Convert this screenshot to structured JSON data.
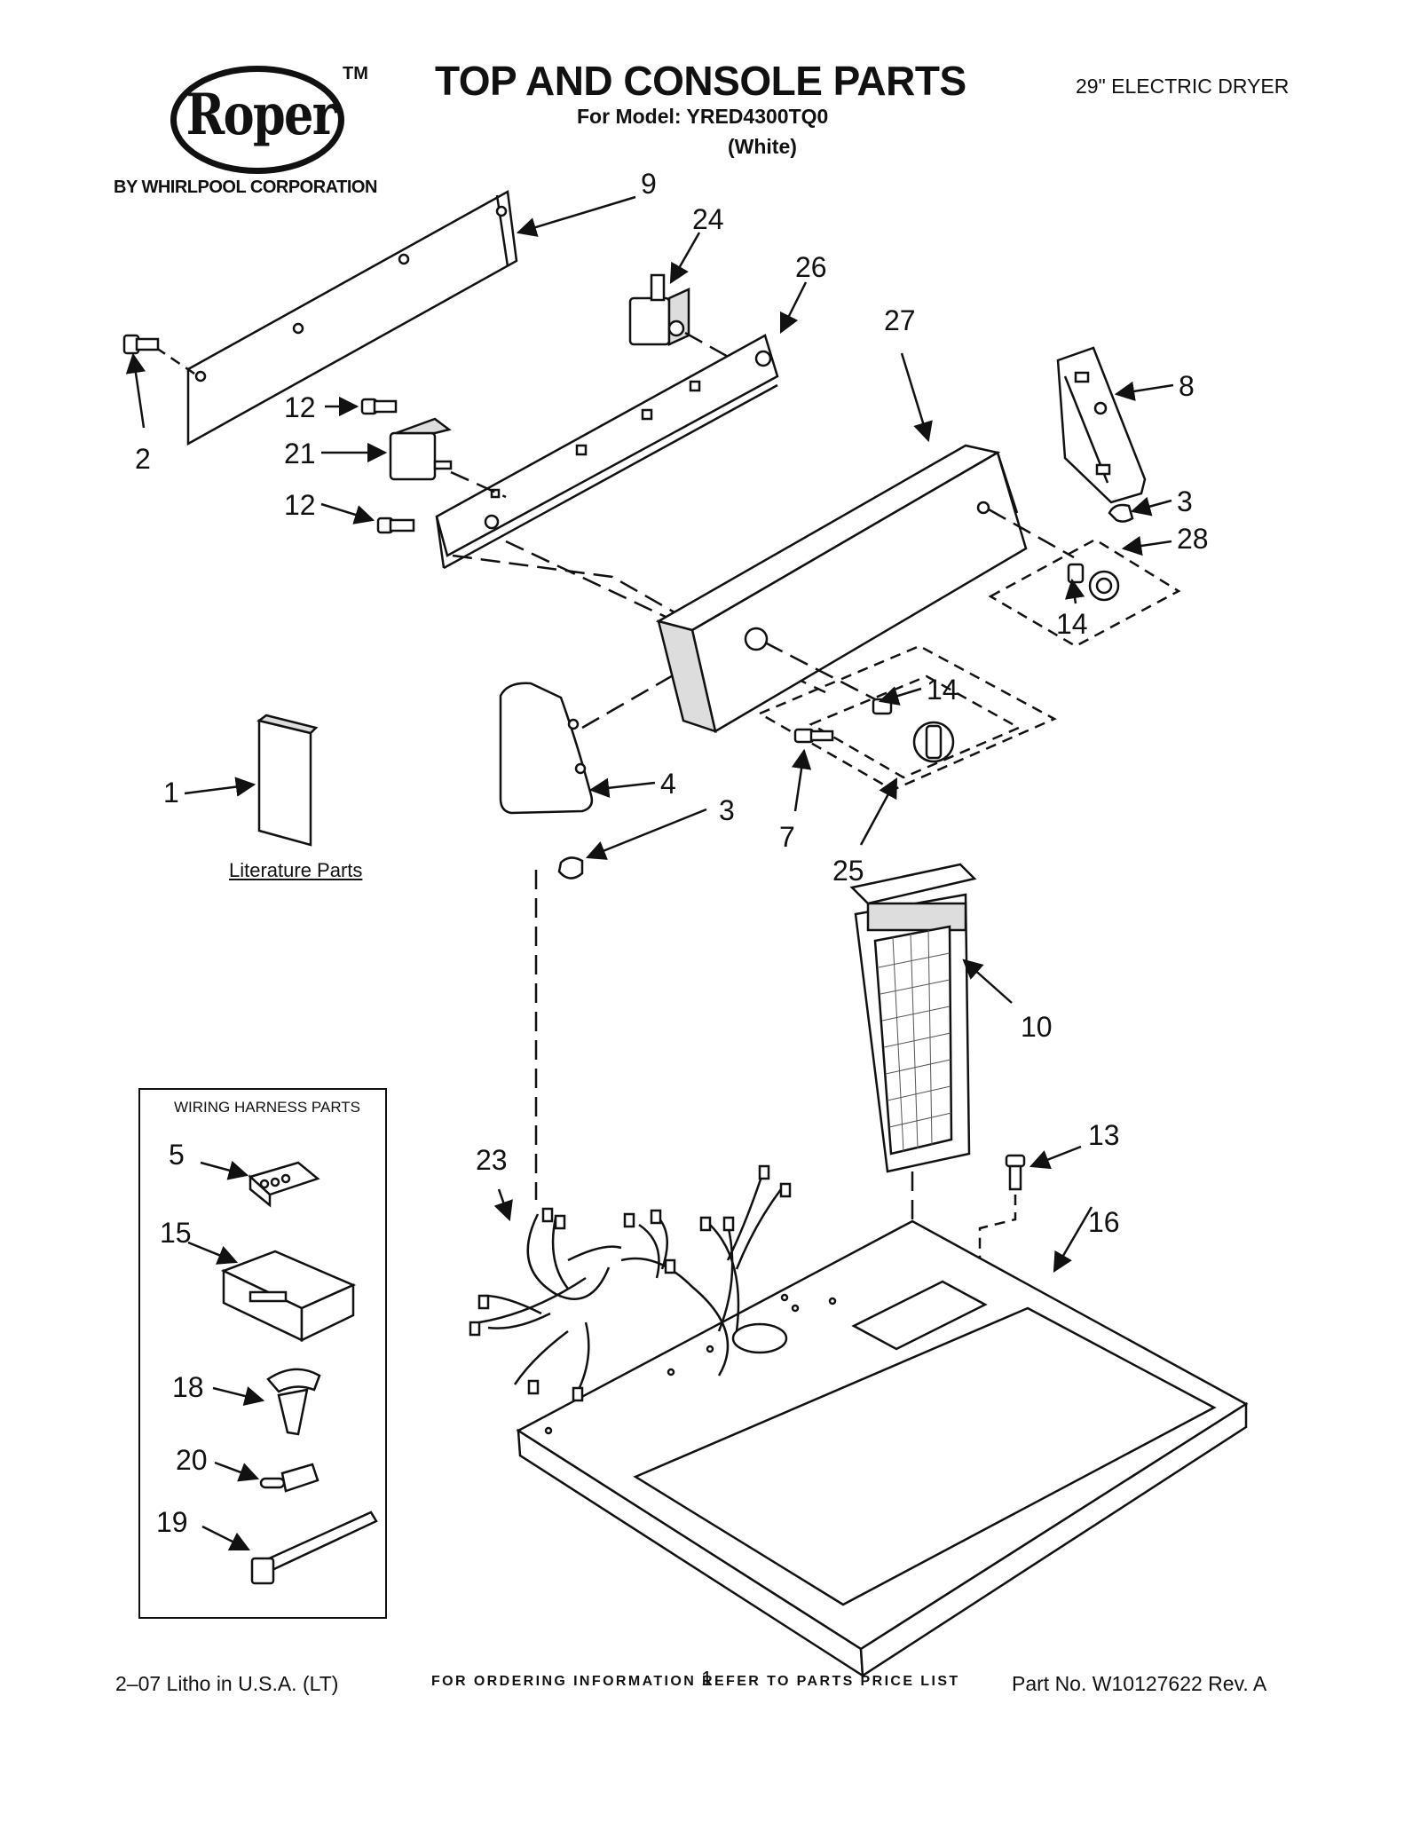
{
  "header": {
    "brand": "Roper",
    "trademark": "TM",
    "brand_sub": "BY WHIRLPOOL CORPORATION",
    "title": "TOP AND CONSOLE PARTS",
    "model_line": "For Model: YRED4300TQ0",
    "color_line": "(White)",
    "product": "29\" ELECTRIC DRYER"
  },
  "labels": {
    "literature": "Literature Parts",
    "harness_box": "WIRING HARNESS PARTS"
  },
  "callouts": {
    "c1": "1",
    "c2": "2",
    "c3a": "3",
    "c3b": "3",
    "c4": "4",
    "c5": "5",
    "c7": "7",
    "c8": "8",
    "c9": "9",
    "c10": "10",
    "c12a": "12",
    "c12b": "12",
    "c13": "13",
    "c14a": "14",
    "c14b": "14",
    "c15": "15",
    "c16": "16",
    "c18": "18",
    "c19": "19",
    "c20": "20",
    "c21": "21",
    "c23": "23",
    "c24": "24",
    "c25": "25",
    "c26": "26",
    "c27": "27",
    "c28": "28"
  },
  "footer": {
    "note": "FOR ORDERING INFORMATION REFER TO PARTS PRICE LIST",
    "litho": "2–07 Litho in U.S.A. (LT)",
    "page": "1",
    "part_no": "Part No. W10127622 Rev. A"
  }
}
